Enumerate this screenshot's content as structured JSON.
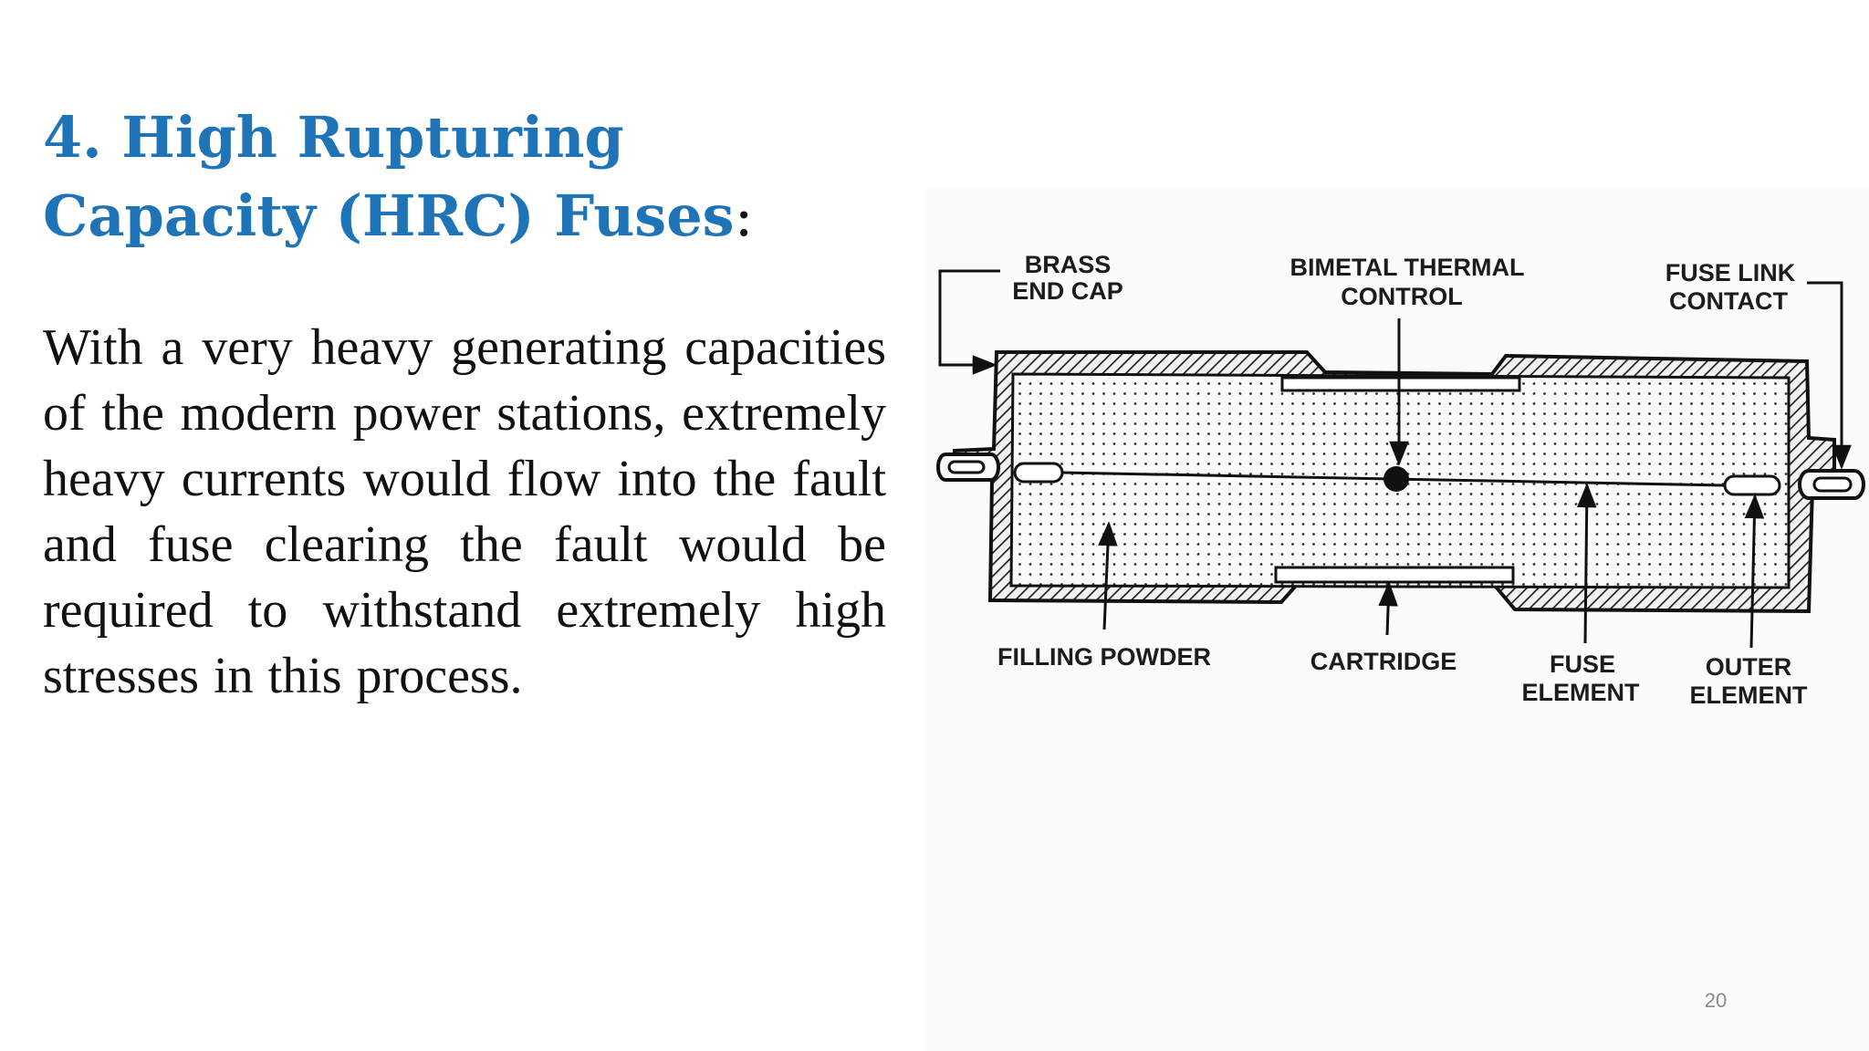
{
  "slide": {
    "title_main": "4. High Rupturing Capacity (HRC) Fuses",
    "title_punct": ":",
    "body": "With a very heavy generating capacities of the modern power stations, extremely heavy currents would flow into the fault and fuse clearing the fault would be required to withstand extremely high stresses in this process.",
    "page_number": "20"
  },
  "diagram": {
    "labels": {
      "brass_end_cap_1": "BRASS",
      "brass_end_cap_2": "END CAP",
      "bimetal_1": "BIMETAL THERMAL",
      "bimetal_2": "CONTROL",
      "fuse_link_1": "FUSE LINK",
      "fuse_link_2": "CONTACT",
      "filling_powder": "FILLING POWDER",
      "cartridge": "CARTRIDGE",
      "fuse_element_1": "FUSE",
      "fuse_element_2": "ELEMENT",
      "outer_element_1": "OUTER",
      "outer_element_2": "ELEMENT"
    }
  }
}
